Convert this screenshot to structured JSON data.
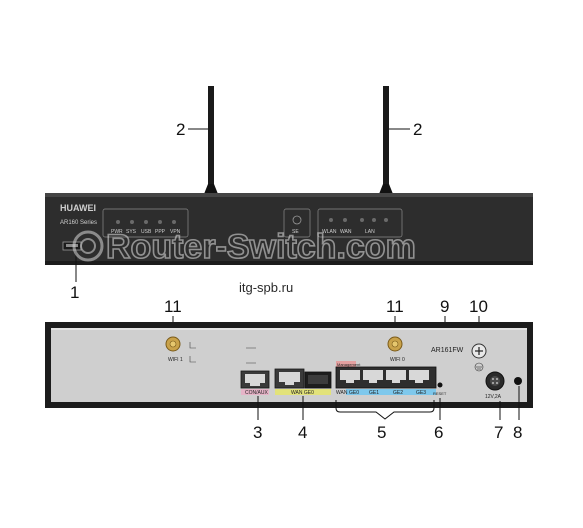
{
  "front_panel": {
    "brand": "HUAWEI",
    "model": "AR160 Series",
    "indicator_labels": [
      "PWR",
      "SYS",
      "USB",
      "PPP",
      "VPN"
    ],
    "se_label": "SE",
    "wlan_label": "WLAN",
    "wan_label": "WAN",
    "lan_label": "LAN"
  },
  "watermark": {
    "logo_text": "Router-Switch.com",
    "site_text": "itg-spb.ru"
  },
  "rear_panel": {
    "wifi1_label": "WIFI 1",
    "wifi0_label": "WIFI 0",
    "model_label": "AR161FW",
    "console_label": "CON/AUX",
    "wan_ge_label": "WAN GE0",
    "management_label": "Management",
    "lan_port_labels": [
      "WAN",
      "GE0",
      "GE1",
      "GE2",
      "GE3"
    ],
    "reset_label": "RESET",
    "power_label": "12V,2A"
  },
  "callouts": {
    "antenna_left": "2",
    "antenna_right": "2",
    "usb": "1",
    "wifi_left": "11",
    "wifi_right": "11",
    "model": "9",
    "ground": "10",
    "console": "3",
    "wan": "4",
    "lan": "5",
    "reset": "6",
    "power": "7",
    "lock": "8"
  }
}
